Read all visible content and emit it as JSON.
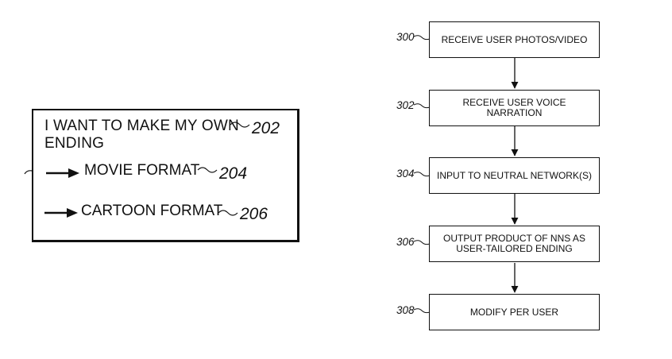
{
  "left_panel": {
    "title_line1": "I WANT TO MAKE MY OWN",
    "title_line2": "ENDING",
    "title_ref": "202",
    "options": [
      {
        "label": "MOVIE FORMAT",
        "ref": "204"
      },
      {
        "label": "CARTOON FORMAT",
        "ref": "206"
      }
    ]
  },
  "flowchart": {
    "steps": [
      {
        "ref": "300",
        "line1": "RECEIVE USER PHOTOS/VIDEO",
        "line2": ""
      },
      {
        "ref": "302",
        "line1": "RECEIVE USER VOICE NARRATION",
        "line2": ""
      },
      {
        "ref": "304",
        "line1": "INPUT TO NEUTRAL NETWORK(S)",
        "line2": ""
      },
      {
        "ref": "306",
        "line1": "OUTPUT PRODUCT OF NNS AS",
        "line2": "USER-TAILORED ENDING"
      },
      {
        "ref": "308",
        "line1": "MODIFY PER USER",
        "line2": ""
      }
    ]
  }
}
